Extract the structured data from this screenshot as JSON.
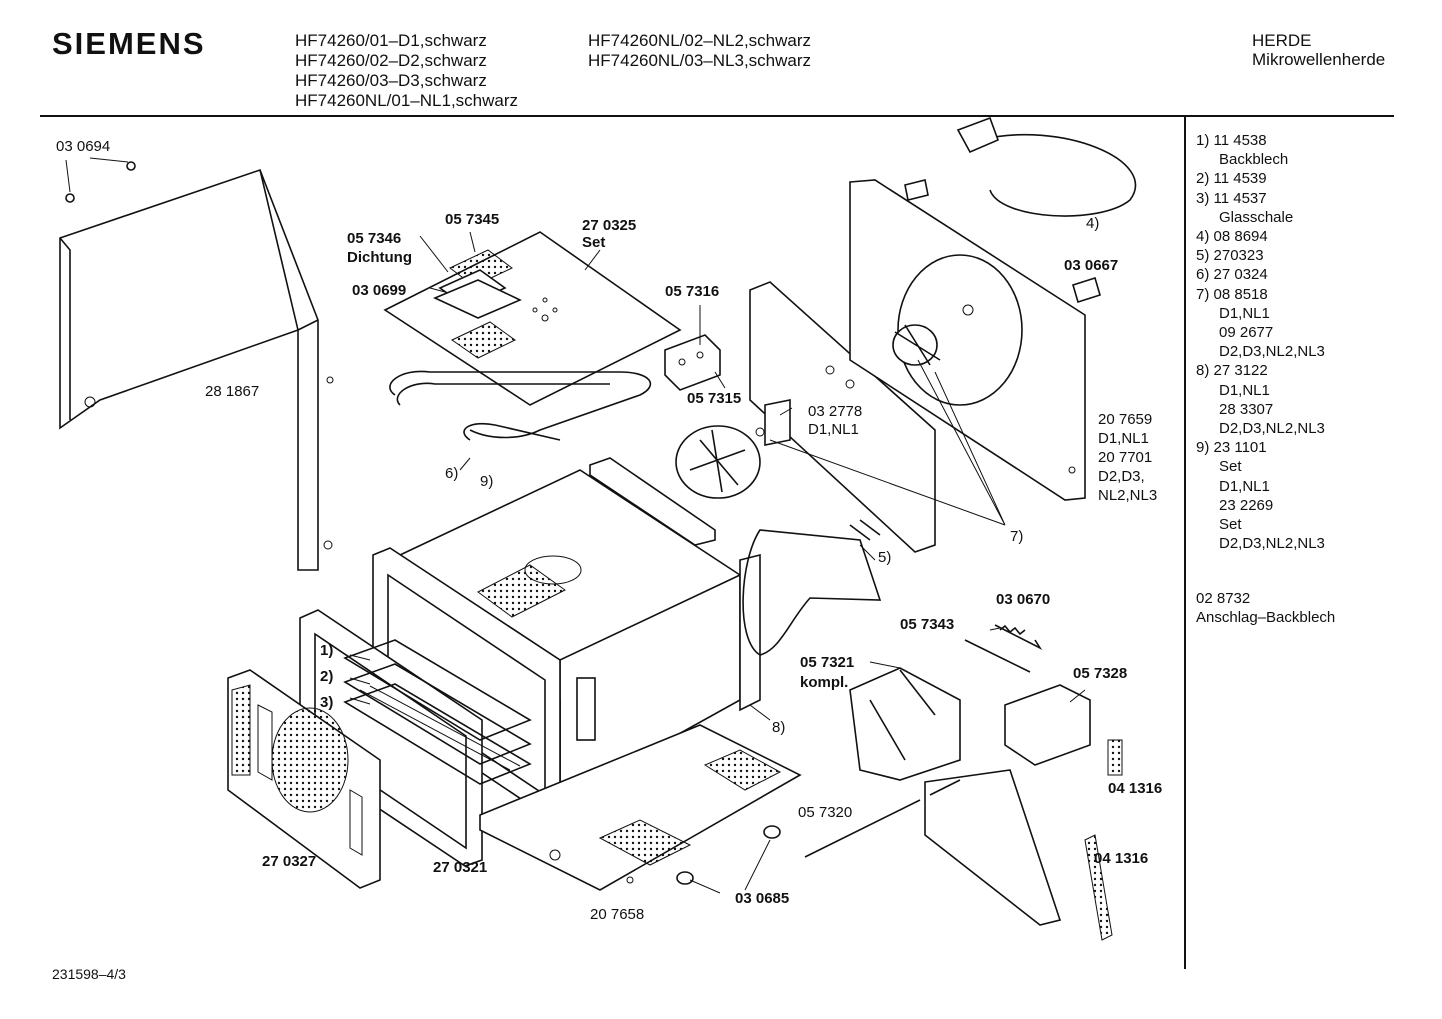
{
  "header": {
    "brand": "SIEMENS",
    "models_col1": [
      "HF74260/01–D1,schwarz",
      "HF74260/02–D2,schwarz",
      "HF74260/03–D3,schwarz",
      "HF74260NL/01–NL1,schwarz"
    ],
    "models_col2": [
      "HF74260NL/02–NL2,schwarz",
      "HF74260NL/03–NL3,schwarz"
    ],
    "category": "HERDE",
    "subcategory": "Mikrowellenherde"
  },
  "legend": [
    {
      "text": "1)  11 4538",
      "indent": false
    },
    {
      "text": "Backblech",
      "indent": true
    },
    {
      "text": "2)  11 4539",
      "indent": false
    },
    {
      "text": "3)  11 4537",
      "indent": false
    },
    {
      "text": "Glasschale",
      "indent": true
    },
    {
      "text": "4)  08 8694",
      "indent": false
    },
    {
      "text": "5)  270323",
      "indent": false
    },
    {
      "text": "6)  27 0324",
      "indent": false
    },
    {
      "text": "7)  08 8518",
      "indent": false
    },
    {
      "text": "D1,NL1",
      "indent": true
    },
    {
      "text": "09 2677",
      "indent": true
    },
    {
      "text": "D2,D3,NL2,NL3",
      "indent": true
    },
    {
      "text": "8)  27 3122",
      "indent": false
    },
    {
      "text": "D1,NL1",
      "indent": true
    },
    {
      "text": "28 3307",
      "indent": true
    },
    {
      "text": "D2,D3,NL2,NL3",
      "indent": true
    },
    {
      "text": "9)  23 1101",
      "indent": false
    },
    {
      "text": "Set",
      "indent": true
    },
    {
      "text": "D1,NL1",
      "indent": true
    },
    {
      "text": "23 2269",
      "indent": true
    },
    {
      "text": "Set",
      "indent": true
    },
    {
      "text": "D2,D3,NL2,NL3",
      "indent": true
    }
  ],
  "stop_part": {
    "number": "02 8732",
    "name": "Anschlag–Backblech"
  },
  "footer": {
    "doc_id": "231598–4/3"
  },
  "labels": {
    "p030694": "03 0694",
    "p057346": "05 7346",
    "dichtung": "Dichtung",
    "p030699": "03 0699",
    "p057345": "05 7345",
    "p270325": "27 0325",
    "set": "Set",
    "p057316": "05 7316",
    "p057315": "05 7315",
    "p281867": "28  1867",
    "p032778": "03 2778",
    "d1nl1": "D1,NL1",
    "p030667": "03 0667",
    "p207659": "20 7659",
    "d1nl1b": "D1,NL1",
    "p207701": "20 7701",
    "d2d3": "D2,D3,",
    "nl2nl3": "NL2,NL3",
    "c4": "4)",
    "c5": "5)",
    "c6": "6)",
    "c7": "7)",
    "c8": "8)",
    "c9": "9)",
    "c1": "1)",
    "c2": "2)",
    "c3": "3)",
    "p030670": "03 0670",
    "p057343": "05 7343",
    "p057321": "05 7321",
    "kompl": "kompl.",
    "p057328": "05 7328",
    "p041316a": "04 1316",
    "p057320": "05 7320",
    "p041316b": "04 1316",
    "p270327": "27 0327",
    "p270321": "27 0321",
    "p030685": "03 0685",
    "p207658": "20 7658"
  }
}
